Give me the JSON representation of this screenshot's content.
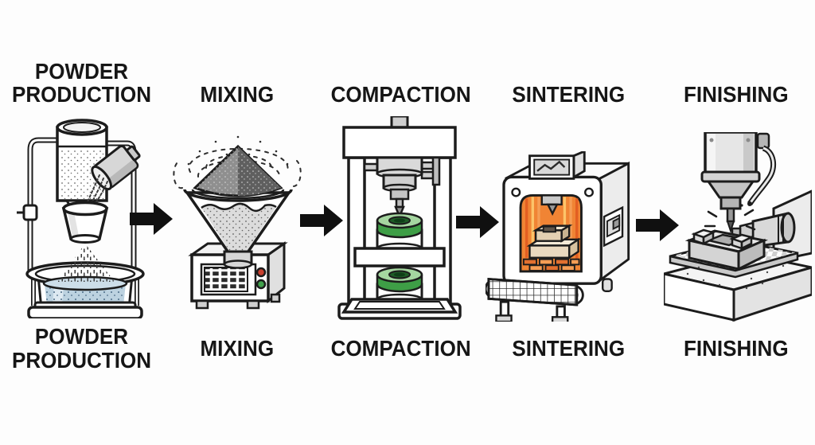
{
  "diagram": {
    "stages": [
      {
        "key": "powder-production",
        "label": "POWDER PRODUCTION",
        "depicts": "atomizer pouring metal powder into a collection basin"
      },
      {
        "key": "mixing",
        "label": "MIXING",
        "depicts": "cone blender with powder mound and vibration swirls"
      },
      {
        "key": "compaction",
        "label": "COMPACTION",
        "depicts": "hydraulic press compacting green ring parts in a die"
      },
      {
        "key": "sintering",
        "label": "SINTERING",
        "depicts": "belt furnace with glowing orange chamber and part on mesh conveyor"
      },
      {
        "key": "finishing",
        "label": "FINISHING",
        "depicts": "machining spindle drilling a sintered part on a grid plate"
      }
    ],
    "flow_arrows": {
      "direction": "right",
      "count": 4
    },
    "colors": {
      "background": "#fdfdfd",
      "label_text": "#161616",
      "arrow": "#101010",
      "outline": "#1c1c1c",
      "liquid_blue": "#bcd2e0",
      "powder_gray": "#8f8f8f",
      "ring_green": "#3e9e46",
      "ring_green_light": "#a5d6a0",
      "furnace_glow_orange": "#f08434",
      "furnace_flame_yellow": "#fcc46a",
      "indicator_red": "#c8402f",
      "indicator_green": "#41a14c",
      "metal_gray": "#d9d9d9"
    }
  }
}
